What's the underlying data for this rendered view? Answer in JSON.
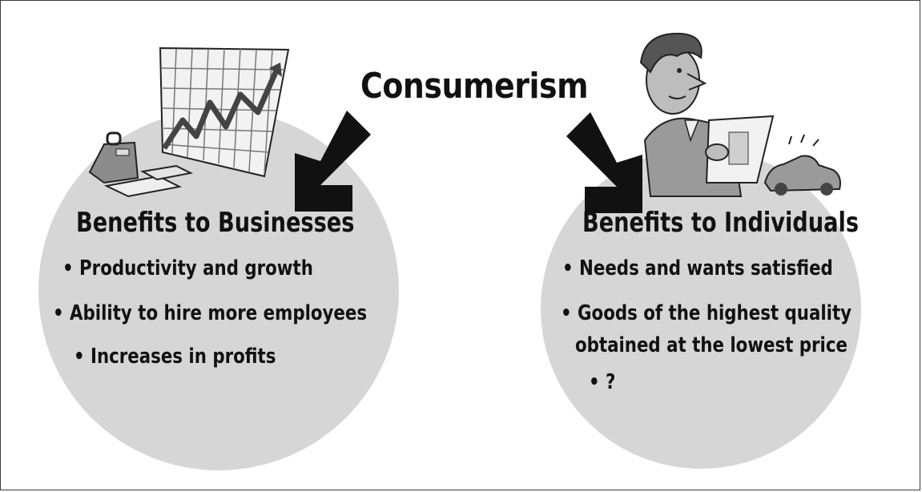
{
  "title": "Consumerism",
  "left_panel": {
    "heading": "Benefits to Businesses",
    "bullets": [
      "• Productivity and growth",
      "• Ability to hire more employees",
      "• Increases in profits"
    ],
    "illustration": "rising-chart-icon"
  },
  "right_panel": {
    "heading": "Benefits to Individuals",
    "bullets": [
      "• Needs and wants satisfied",
      "• Goods of the highest quality",
      "obtained at the lowest price",
      "• ?"
    ],
    "illustration": "man-reading-newspaper-icon"
  },
  "colors": {
    "circle": "#d6d6d6",
    "arrow": "#111111",
    "text": "#111111"
  }
}
